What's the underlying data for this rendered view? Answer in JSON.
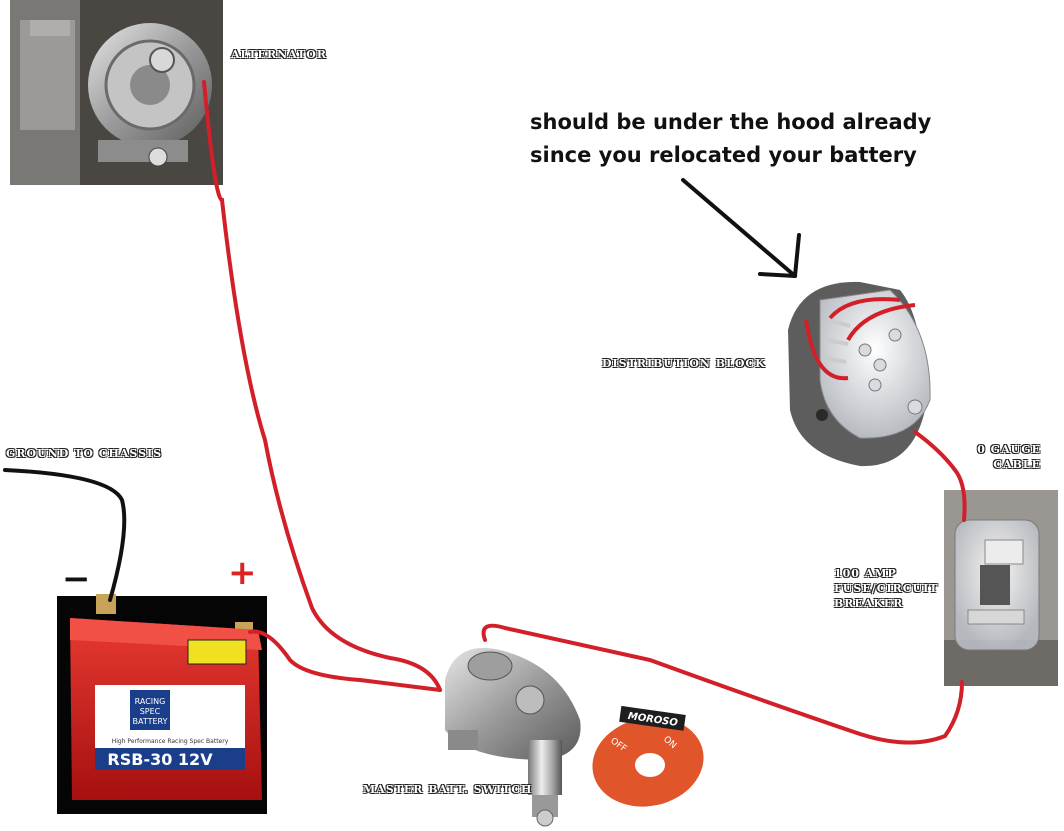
{
  "labels": {
    "alternator": "ALTERNATOR",
    "note_line1": "should be under the hood already",
    "note_line2": "since you relocated your battery",
    "distribution_block": "DISTRIBUTION BLOCK",
    "gauge_cable": "0 GAUGE\nCABLE",
    "fuse": "100 AMP\nFUSE/CIRCUIT\nBREAKER",
    "ground": "GROUND TO CHASSIS",
    "minus": "−",
    "plus": "+",
    "master_switch": "MASTER BATT. SWITCH"
  },
  "battery": {
    "brand_line1": "RACING",
    "brand_line2": "SPEC",
    "brand_line3": "BATTERY",
    "tagline": "High Performance Racing Spec Battery",
    "model": "RSB-30 12V"
  },
  "switch_plate": {
    "brand": "MOROSO",
    "off": "OFF",
    "on": "ON"
  },
  "colors": {
    "wire": "#d21f2a",
    "ground_wire": "#111111",
    "battery_red": "#d42020",
    "label_text": "#ffffff"
  },
  "icons": [
    "alternator-icon",
    "distribution-block-icon",
    "fuse-holder-icon",
    "battery-icon",
    "master-switch-icon",
    "pointer-arrow-icon"
  ]
}
